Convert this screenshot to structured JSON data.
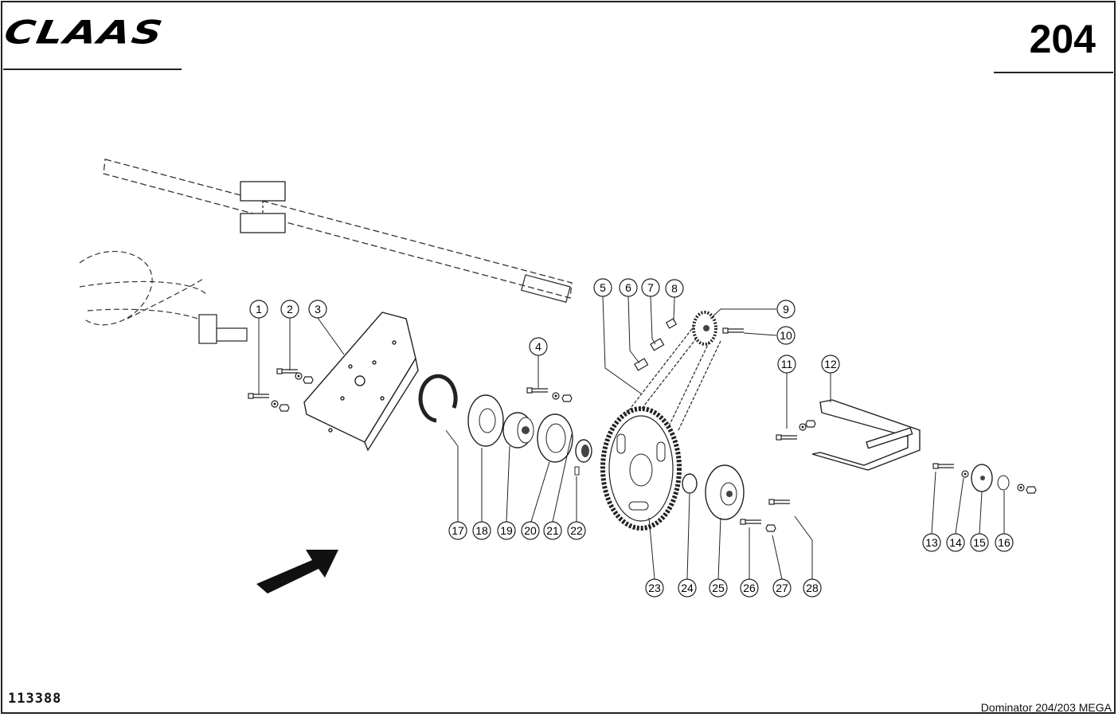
{
  "header": {
    "brand": "CLAAS",
    "page_number": "204"
  },
  "footer": {
    "drawing_number": "113388",
    "model": "Dominator 204/203 MEGA"
  },
  "callouts": [
    {
      "id": "1",
      "label": "1"
    },
    {
      "id": "2",
      "label": "2"
    },
    {
      "id": "3",
      "label": "3"
    },
    {
      "id": "4",
      "label": "4"
    },
    {
      "id": "5",
      "label": "5"
    },
    {
      "id": "6",
      "label": "6"
    },
    {
      "id": "7",
      "label": "7"
    },
    {
      "id": "8",
      "label": "8"
    },
    {
      "id": "9",
      "label": "9"
    },
    {
      "id": "10",
      "label": "10"
    },
    {
      "id": "11",
      "label": "11"
    },
    {
      "id": "12",
      "label": "12"
    },
    {
      "id": "13",
      "label": "13"
    },
    {
      "id": "14",
      "label": "14"
    },
    {
      "id": "15",
      "label": "15"
    },
    {
      "id": "16",
      "label": "16"
    },
    {
      "id": "17",
      "label": "17"
    },
    {
      "id": "18",
      "label": "18"
    },
    {
      "id": "19",
      "label": "19"
    },
    {
      "id": "20",
      "label": "20"
    },
    {
      "id": "21",
      "label": "21"
    },
    {
      "id": "22",
      "label": "22"
    },
    {
      "id": "23",
      "label": "23"
    },
    {
      "id": "24",
      "label": "24"
    },
    {
      "id": "25",
      "label": "25"
    },
    {
      "id": "26",
      "label": "26"
    },
    {
      "id": "27",
      "label": "27"
    },
    {
      "id": "28",
      "label": "28"
    }
  ]
}
